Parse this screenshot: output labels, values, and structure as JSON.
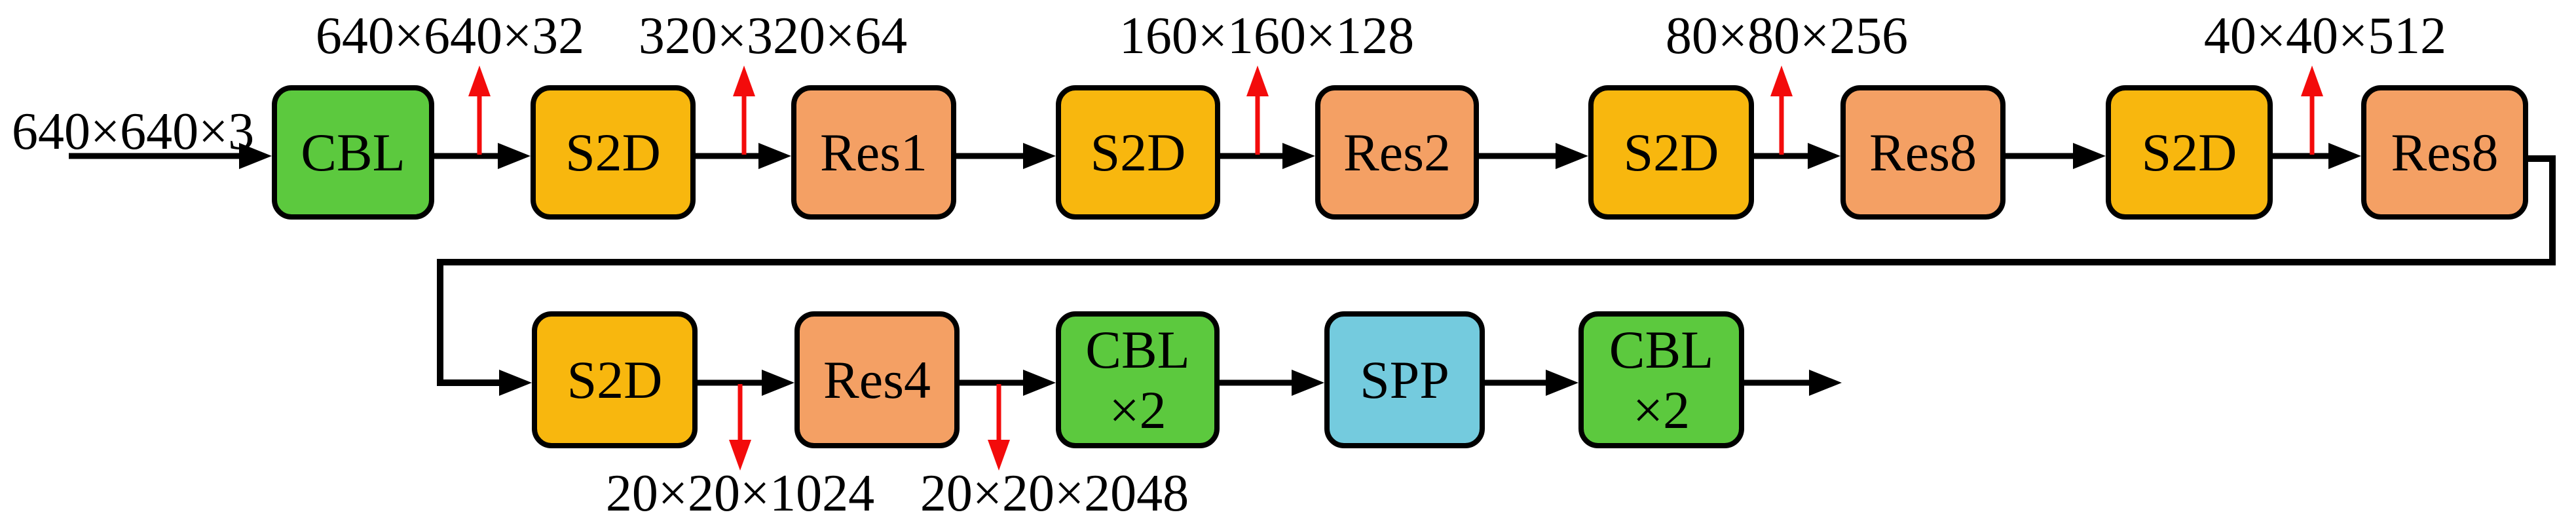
{
  "figure": {
    "type": "network-architecture-diagram",
    "description_visible_only": "backbone pipeline of stacked blocks with feature-map size annotations"
  },
  "colors": {
    "green": "#5CC93E",
    "yellow": "#F8B70E",
    "orange": "#F4A064",
    "blue": "#74CBDE",
    "red": "#F30B0B",
    "line": "#000000"
  },
  "nodes": [
    {
      "id": "cbl-1",
      "label": "CBL",
      "type": "cbl"
    },
    {
      "id": "s2d-1",
      "label": "S2D",
      "type": "s2d"
    },
    {
      "id": "res1",
      "label": "Res1",
      "type": "res"
    },
    {
      "id": "s2d-2",
      "label": "S2D",
      "type": "s2d"
    },
    {
      "id": "res2",
      "label": "Res2",
      "type": "res"
    },
    {
      "id": "s2d-3",
      "label": "S2D",
      "type": "s2d"
    },
    {
      "id": "res8-1",
      "label": "Res8",
      "type": "res"
    },
    {
      "id": "s2d-4",
      "label": "S2D",
      "type": "s2d"
    },
    {
      "id": "res8-2",
      "label": "Res8",
      "type": "res"
    },
    {
      "id": "s2d-5",
      "label": "S2D",
      "type": "s2d"
    },
    {
      "id": "res4",
      "label": "Res4",
      "type": "res"
    },
    {
      "id": "cbl-x2-1",
      "label": "CBL",
      "sublabel": "×2",
      "type": "cbl"
    },
    {
      "id": "spp",
      "label": "SPP",
      "type": "spp"
    },
    {
      "id": "cbl-x2-2",
      "label": "CBL",
      "sublabel": "×2",
      "type": "cbl"
    }
  ],
  "dim_labels": [
    {
      "id": "input",
      "text": "640×640×3"
    },
    {
      "id": "top-1",
      "text": "640×640×32"
    },
    {
      "id": "top-2",
      "text": "320×320×64"
    },
    {
      "id": "top-3",
      "text": "160×160×128"
    },
    {
      "id": "top-4",
      "text": "80×80×256"
    },
    {
      "id": "top-5",
      "text": "40×40×512"
    },
    {
      "id": "bot-1",
      "text": "20×20×1024"
    },
    {
      "id": "bot-2",
      "text": "20×20×2048"
    }
  ]
}
